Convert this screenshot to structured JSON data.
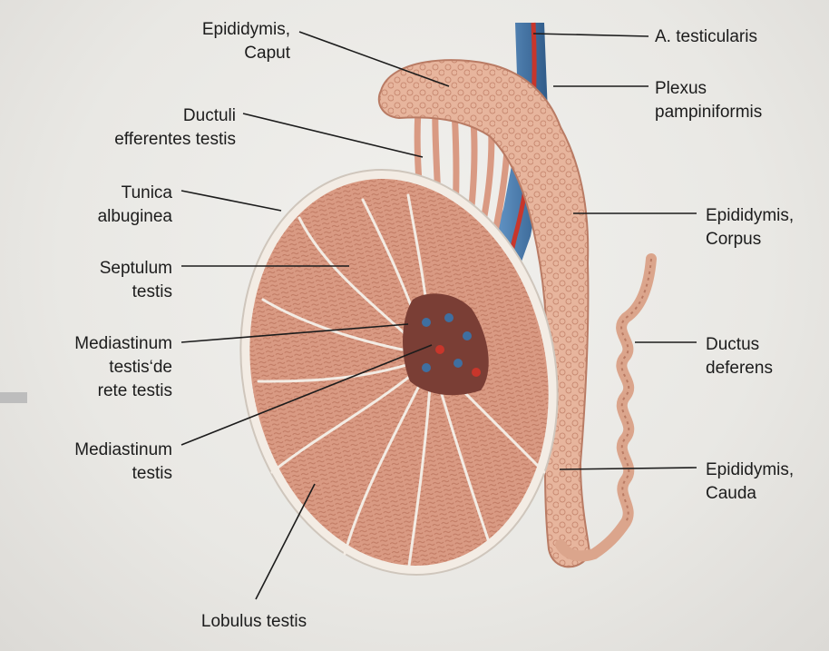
{
  "labels": {
    "epididymis_caput": {
      "line1": "Epididymis,",
      "line2": "Caput"
    },
    "ductuli": {
      "line1": "Ductuli",
      "line2": "efferentes testis"
    },
    "tunica": {
      "line1": "Tunica",
      "line2": "albuginea"
    },
    "septulum": {
      "line1": "Septulum",
      "line2": "testis"
    },
    "rete": {
      "line1": "Mediastinum",
      "line2": "testis‘de",
      "line3": "rete testis"
    },
    "mediastinum": {
      "line1": "Mediastinum",
      "line2": "testis"
    },
    "lobulus": {
      "line1": "Lobulus testis"
    },
    "a_testicularis": {
      "line1": "A. testicularis"
    },
    "plexus": {
      "line1": "Plexus",
      "line2": "pampiniformis"
    },
    "epididymis_corpus": {
      "line1": "Epididymis,",
      "line2": "Corpus"
    },
    "ductus_deferens": {
      "line1": "Ductus",
      "line2": "deferens"
    },
    "epididymis_cauda": {
      "line1": "Epididymis,",
      "line2": "Cauda"
    }
  },
  "colors": {
    "testis_tissue": "#d99a83",
    "tunica": "#f3ece4",
    "epididymis": "#e7b59d",
    "vein_blue": "#3f6fa0",
    "artery_red": "#c8362b",
    "leader_line": "#1c1c1c"
  }
}
